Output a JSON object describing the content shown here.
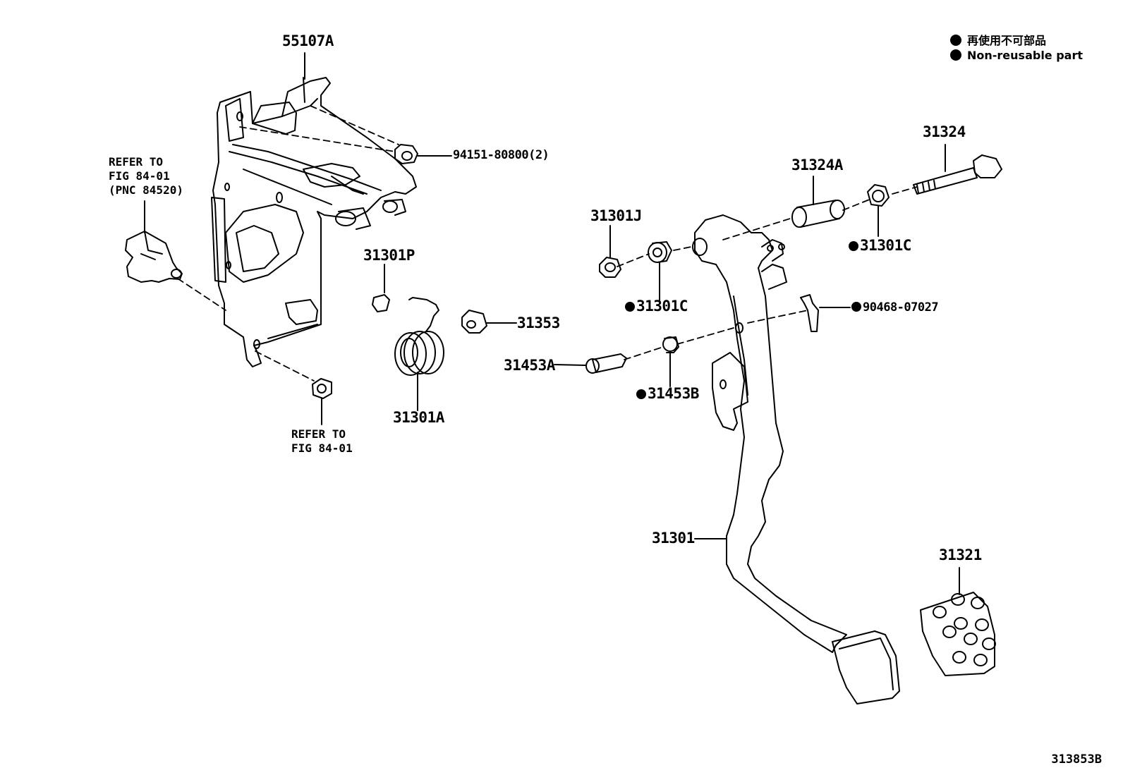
{
  "legend": {
    "ja": "再使用不可部品",
    "en": "Non-reusable part"
  },
  "figure_id": "313853B",
  "labels": {
    "bracket": "55107A",
    "nut_94151": "94151-80800(2)",
    "bolt": "31324",
    "collar": "31324A",
    "bush_right": "31301C",
    "bush_left": "31301C",
    "nut_31301j": "31301J",
    "clip_31301p": "31301P",
    "cushion": "31353",
    "spring": "31301A",
    "pin": "31453A",
    "bush_pin": "31453B",
    "clip_90468": "90468-07027",
    "pedal_lever": "31301",
    "pedal_pad": "31321"
  },
  "refer_switch": [
    "REFER TO",
    "FIG 84-01",
    "(PNC 84520)"
  ],
  "refer_nut": [
    "REFER TO",
    "FIG 84-01"
  ]
}
